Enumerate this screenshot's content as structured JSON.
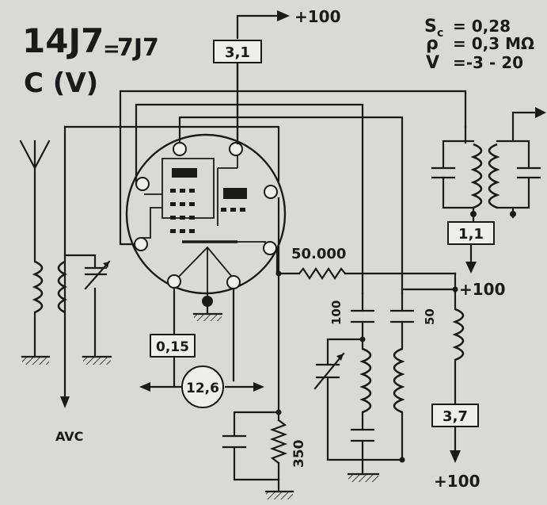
{
  "title": {
    "tube": "14J7",
    "equals": "=",
    "equiv": "7J7",
    "type": "C (V)"
  },
  "params": {
    "sc_label": "S",
    "sc_sub": "c",
    "sc_value": "= 0,28",
    "rho_label": "ρ",
    "rho_value": "= 0,3 MΩ",
    "v_label": "V",
    "v_value": "=-3 - 20"
  },
  "voltages": {
    "top_supply": "+100",
    "right_supply": "+100",
    "bottom_supply": "+100"
  },
  "boxes": {
    "plate_current": "3,1",
    "screen_current": "1,1",
    "osc_current": "3,7",
    "heater_current": "0,15",
    "heater_voltage": "12,6"
  },
  "components": {
    "grid_resistor": "50.000",
    "cathode_resistor": "350",
    "cap_100": "100",
    "cap_50": "50",
    "avc": "AVC"
  }
}
